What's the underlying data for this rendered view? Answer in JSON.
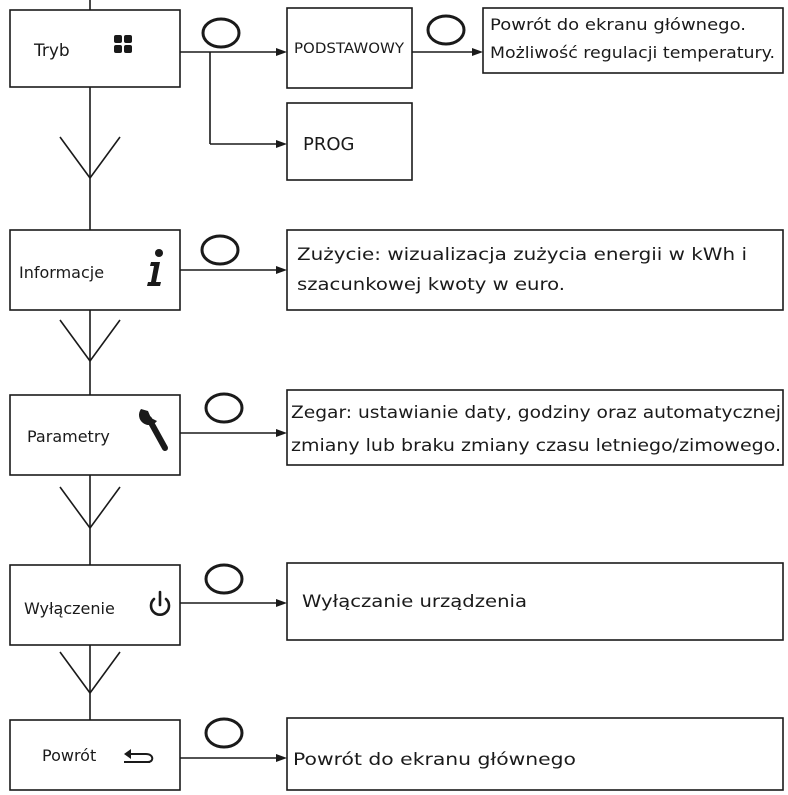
{
  "menu": {
    "tryb": {
      "label": "Tryb",
      "icon": "four-squares-icon"
    },
    "informacje": {
      "label": "Informacje",
      "icon": "info-icon"
    },
    "parametry": {
      "label": "Parametry",
      "icon": "wrench-icon"
    },
    "wylaczenie": {
      "label": "Wyłączenie",
      "icon": "power-icon"
    },
    "powrot": {
      "label": "Powrót",
      "icon": "return-arrow-icon"
    }
  },
  "options": {
    "podstawowy": "PODSTAWOWY",
    "prog": "PROG"
  },
  "descriptions": {
    "podstawowy": [
      "Powrót do ekranu głównego.",
      "Możliwość regulacji temperatury."
    ],
    "informacje": [
      "Zużycie: wizualizacja zużycia energii w kWh i",
      "szacunkowej kwoty w euro."
    ],
    "parametry": [
      "Zegar: ustawianie daty, godziny oraz automatycznej",
      "zmiany lub braku zmiany czasu letniego/zimowego."
    ],
    "wylaczenie": "Wyłączanie urządzenia",
    "powrot": "Powrót do ekranu głównego"
  }
}
